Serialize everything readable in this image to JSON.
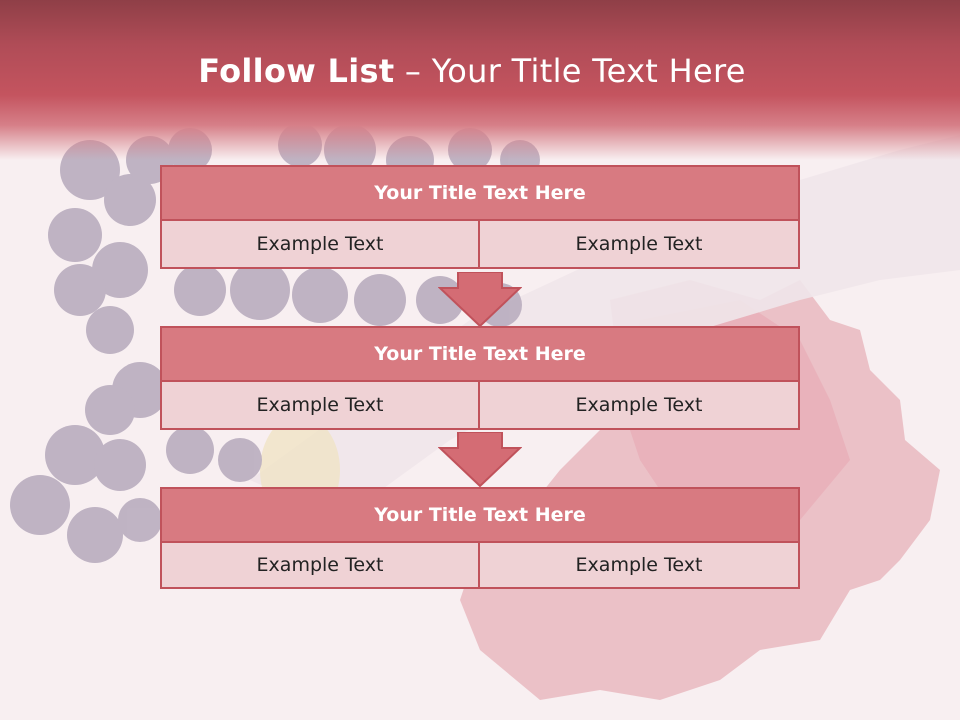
{
  "slide": {
    "title_bold": "Follow List",
    "title_rest": " – Your Title Text Here"
  },
  "steps": [
    {
      "title": "Your Title Text Here",
      "left": "Example Text",
      "right": "Example Text"
    },
    {
      "title": "Your Title Text Here",
      "left": "Example Text",
      "right": "Example Text"
    },
    {
      "title": "Your Title Text Here",
      "left": "Example Text",
      "right": "Example Text"
    }
  ],
  "colors": {
    "header": "#c4545f",
    "block_title_fill": "#d87a81",
    "cell_fill": "#efd2d5",
    "border": "#c0525b",
    "arrow_fill": "#d46c74"
  }
}
